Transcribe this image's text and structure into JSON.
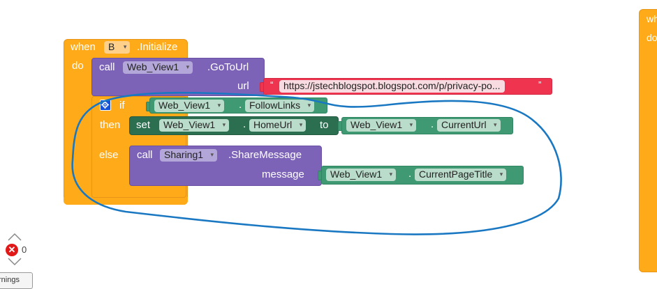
{
  "event": {
    "when_label": "when",
    "component": "B",
    "event_name": ".Initialize",
    "do_label": "do"
  },
  "goto": {
    "call_label": "call",
    "component": "Web_View1",
    "method": ".GoToUrl",
    "param_label": "url",
    "url_value": "https://jstechblogspot.blogspot.com/p/privacy-po...",
    "quote_open": "“",
    "quote_close": "”"
  },
  "ifblock": {
    "if_label": "if",
    "then_label": "then",
    "else_label": "else",
    "cond_component": "Web_View1",
    "cond_property": "FollowLinks",
    "dot": "."
  },
  "setblock": {
    "set_label": "set",
    "component": "Web_View1",
    "property": "HomeUrl",
    "to_label": "to",
    "value_component": "Web_View1",
    "value_property": "CurrentUrl"
  },
  "share": {
    "call_label": "call",
    "component": "Sharing1",
    "method": ".ShareMessage",
    "param_label": "message",
    "value_component": "Web_View1",
    "value_property": "CurrentPageTitle"
  },
  "right_block": {
    "when_label": "wh",
    "do_label": "do"
  },
  "warnings": {
    "error_count": "0",
    "toggle_label": "rnings"
  },
  "icons": {
    "dropdown": "▾",
    "up": "up-chevron-icon",
    "down": "down-chevron-icon",
    "error": "error-icon",
    "mutator": "gear-icon"
  },
  "colors": {
    "event": "#ffab19",
    "procedure": "#7c63b8",
    "component_getter": "#3f9a74",
    "component_setter": "#2c6e50",
    "text": "#ef344f",
    "annotation": "#1a78c2"
  }
}
